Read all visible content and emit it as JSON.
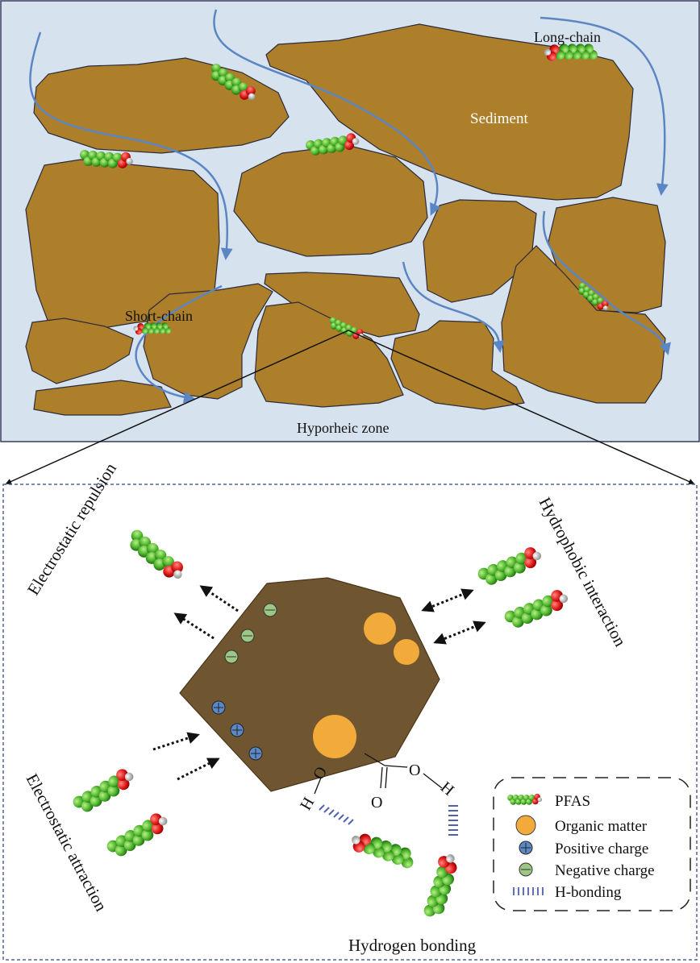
{
  "top_panel": {
    "labels": {
      "long_chain": "Long-chain",
      "sediment": "Sediment",
      "short_chain": "Short-chain",
      "zone": "Hyporheic zone"
    }
  },
  "bottom_panel": {
    "mechanisms": {
      "repulsion": "Electrostatic repulsion",
      "hydrophobic": "Hydrophobic interaction",
      "attraction": "Electrostatic attraction",
      "hbond": "Hydrogen bonding"
    },
    "atoms": {
      "o": "O",
      "h": "H"
    }
  },
  "legend": {
    "items": [
      {
        "icon": "pfas-icon",
        "label": "PFAS"
      },
      {
        "icon": "organic-matter-icon",
        "label": "Organic matter"
      },
      {
        "icon": "positive-charge-icon",
        "label": "Positive charge"
      },
      {
        "icon": "negative-charge-icon",
        "label": "Negative charge"
      },
      {
        "icon": "h-bond-icon",
        "label": "H-bonding"
      }
    ]
  },
  "colors": {
    "water": "#d6e2ee",
    "sediment": "#ad7f2a",
    "particle": "#6f5630",
    "organic": "#f2aa3a",
    "positive": "#5b88c6",
    "negative": "#9cc785",
    "flow": "#5b86c4",
    "hbond": "#5060b0"
  }
}
